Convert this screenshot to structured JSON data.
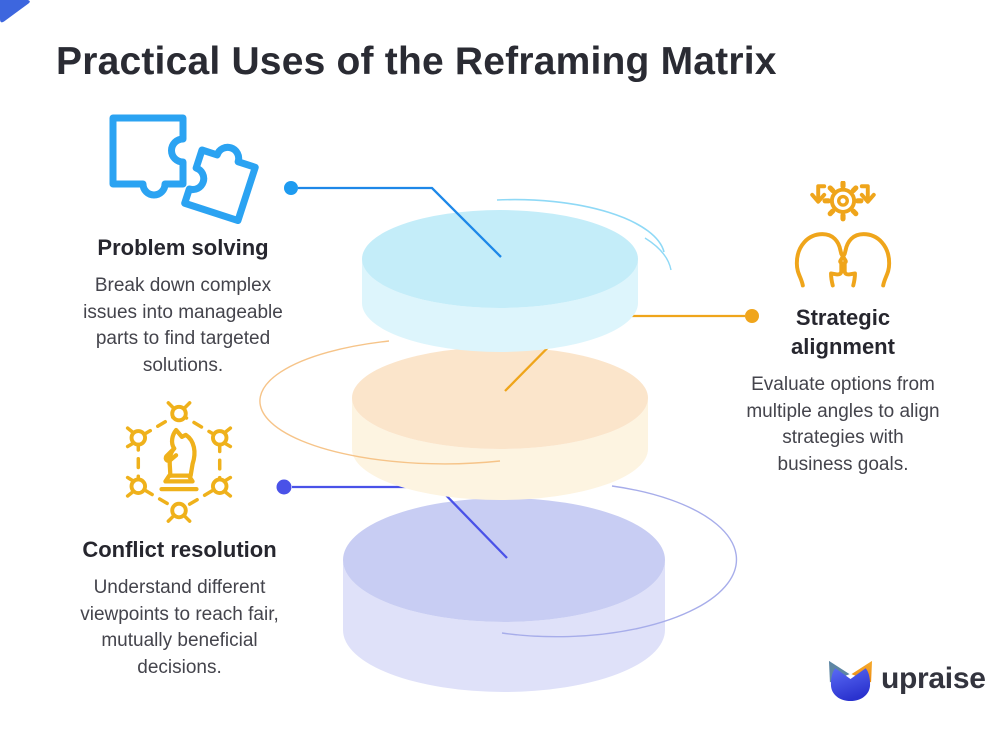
{
  "title": "Practical Uses of the Reframing Matrix",
  "sections": [
    {
      "id": "problem-solving",
      "heading": "Problem solving",
      "body": "Break down complex issues into manageable parts to find targeted solutions.",
      "icon": "puzzle-pieces-icon",
      "accent_color": "#1E9BF0"
    },
    {
      "id": "strategic-alignment",
      "heading": "Strategic alignment",
      "body": "Evaluate options from multiple angles to align strategies with business goals.",
      "icon": "gear-between-heads-icon",
      "accent_color": "#EFA51B"
    },
    {
      "id": "conflict-resolution",
      "heading": "Conflict resolution",
      "body": "Understand different viewpoints to reach fair, mutually beneficial decisions.",
      "icon": "knight-network-icon",
      "accent_color": "#4A52E8"
    }
  ],
  "stack": {
    "layers": [
      {
        "name": "top-disc",
        "top_color": "#C4EDF9",
        "side_color": "#DDF5FC",
        "arc_color": "#8FD9F6"
      },
      {
        "name": "middle-disc",
        "top_color": "#FBE5CB",
        "side_color": "#FDF4E1",
        "arc_color": "#F6C489"
      },
      {
        "name": "bottom-disc",
        "top_color": "#C8CDF3",
        "side_color": "#DFE1F9",
        "arc_color": "#A7ADEA"
      }
    ]
  },
  "logo": {
    "text": "upraise",
    "mark_colors": {
      "left_petal": "#5E86A3",
      "right_petal": "#F2A024",
      "body_top": "#5A6BF5",
      "body_bottom": "#2A32CE"
    }
  },
  "colors": {
    "title_text": "#2A2B33",
    "heading_text": "#26262E",
    "body_text": "#44444C",
    "corner_accent": "#3D66DE"
  }
}
